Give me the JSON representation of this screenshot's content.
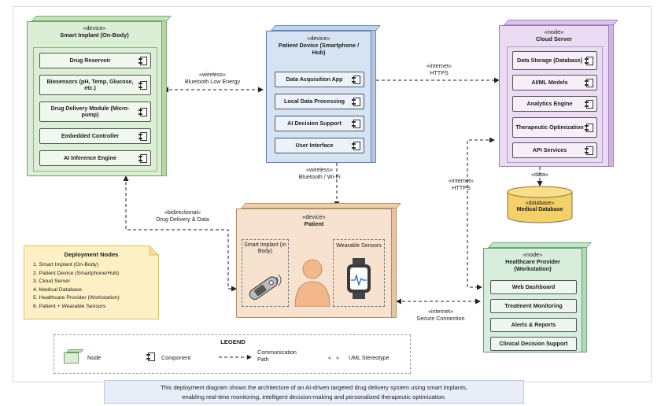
{
  "implant": {
    "stereotype": "«device»",
    "title": "Smart Implant (On-Body)",
    "components": [
      "Drug Reservoir",
      "Biosensors (pH, Temp, Glucose, etc.)",
      "Drug Delivery Module (Micro-pump)",
      "Embedded Controller",
      "AI Inference Engine"
    ]
  },
  "patient_device": {
    "stereotype": "«device»",
    "title": "Patient Device (Smartphone / Hub)",
    "components": [
      "Data Acquisition App",
      "Local Data Processing",
      "AI Decision Support",
      "User Interface"
    ]
  },
  "cloud": {
    "stereotype": "«node»",
    "title": "Cloud Server",
    "components": [
      "Data Storage (Database)",
      "AI/ML Models",
      "Analytics Engine",
      "Therapeutic Optimization",
      "API Services"
    ]
  },
  "database": {
    "stereotype": "«database»",
    "title": "Medical Database"
  },
  "patient": {
    "stereotype": "«device»",
    "title": "Patient",
    "implant_label": "Smart Implant (In Body)",
    "sensors_label": "Wearable Sensors"
  },
  "provider": {
    "stereotype": "«node»",
    "title": "Healthcare Provider (Workstation)",
    "components": [
      "Web Dashboard",
      "Treatment Monitoring",
      "Alerts & Reports",
      "Clinical Decision Support"
    ]
  },
  "connections": {
    "implant_device": {
      "stereotype": "«wireless»",
      "label": "Bluetooth Low Energy"
    },
    "device_cloud": {
      "stereotype": "«internet»",
      "label": "HTTPS"
    },
    "device_patient": {
      "stereotype": "«wireless»",
      "label": "Bluetooth / Wi-Fi"
    },
    "implant_patient": {
      "stereotype": "«bidirectional»",
      "label": "Drug Delivery & Data"
    },
    "cloud_provider": {
      "stereotype": "«internet»",
      "label": "HTTPS"
    },
    "cloud_db": {
      "stereotype": "«data»"
    },
    "patient_provider": {
      "stereotype": "«internet»",
      "label": "Secure Connection"
    }
  },
  "deployment_note": {
    "title": "Deployment Nodes",
    "items": [
      "1. Smart Implant (On-Body)",
      "2. Patient Device (Smartphone/Hub)",
      "3. Cloud Server",
      "4. Medical Database",
      "5. Healthcare Provider (Workstation)",
      "6. Patient + Wearable Sensors"
    ]
  },
  "legend": {
    "title": "LEGEND",
    "node": "Node",
    "component": "Component",
    "path": "Communication Path",
    "stereotype_symbol": "« »",
    "stereotype": "UML Stereotype"
  },
  "caption": {
    "line1": "This deployment diagram shows the architecture of an AI-driven targeted drug delivery system using smart implants,",
    "line2": "enabling real-time monitoring, intelligent decision-making and personalized therapeutic optimization."
  },
  "colors": {
    "implant": "#dcefd6",
    "device": "#d6e3f3",
    "cloud": "#eadcf2",
    "patient": "#f6e2cf",
    "provider": "#d8eedc",
    "note": "#fdf0c4",
    "caption": "#e7eef7",
    "database": "#f3d06a"
  }
}
